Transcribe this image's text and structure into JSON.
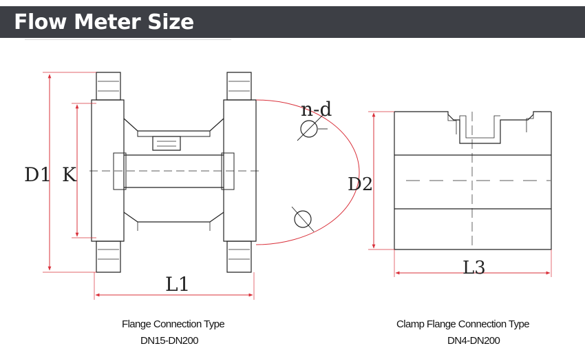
{
  "header": {
    "title": "Flow Meter Size"
  },
  "flange_diagram": {
    "labels": {
      "d1": "D1",
      "k": "K",
      "l1": "L1",
      "nd": "n-d"
    },
    "caption_line1": "Flange Connection Type",
    "caption_line2": "DN15-DN200"
  },
  "clamp_diagram": {
    "labels": {
      "d2": "D2",
      "l3": "L3"
    },
    "caption_line1": "Clamp Flange Connection  Type",
    "caption_line2": "DN4-DN200"
  },
  "colors": {
    "header_bg": "#3d3f45",
    "dimension_line": "#d9303a",
    "outline": "#222222"
  }
}
